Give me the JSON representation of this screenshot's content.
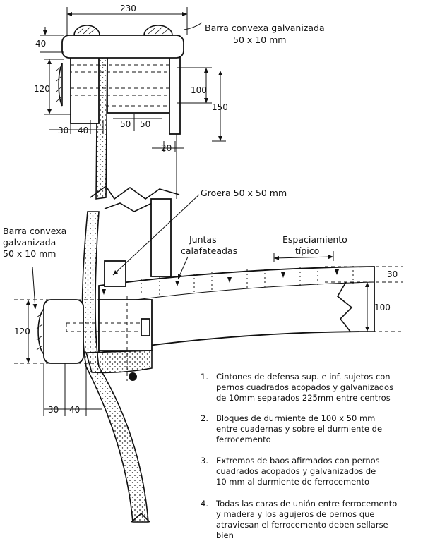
{
  "top_detail": {
    "dim_overall_width": "230",
    "dim_top": "40",
    "dim_side_height": "120",
    "dim_bolt_spacing": "100",
    "dim_right_height": "150",
    "dim_30": "30",
    "dim_40": "40",
    "dim_50_left": "50",
    "dim_50_right": "50",
    "dim_20": "20",
    "label_bar_line1": "Barra convexa galvanizada",
    "label_bar_line2": "50 x 10 mm"
  },
  "bottom_detail": {
    "label_groera": "Groera 50 x 50 mm",
    "label_juntas_line1": "Juntas",
    "label_juntas_line2": "calafateadas",
    "label_espaciamiento_line1": "Espaciamiento",
    "label_espaciamiento_line2": "típico",
    "label_bar_line1": "Barra convexa",
    "label_bar_line2": "galvanizada",
    "label_bar_line3": "50 x 10 mm",
    "dim_30": "30",
    "dim_100": "100",
    "dim_120": "120",
    "dim_30b": "30",
    "dim_40b": "40"
  },
  "notes": [
    {
      "number": "1.",
      "lines": [
        "Cintones de defensa sup. e inf. sujetos con",
        "pernos cuadrados acopados y galvanizados",
        "de 10mm separados 225mm entre centros"
      ]
    },
    {
      "number": "2.",
      "lines": [
        "Bloques de durmiente de 100 x 50 mm",
        "entre cuadernas y sobre el durmiente de",
        "ferrocemento"
      ]
    },
    {
      "number": "3.",
      "lines": [
        "Extremos de baos afirmados con pernos",
        "cuadrados acopados y galvanizados de",
        "10 mm al durmiente de ferrocemento"
      ]
    },
    {
      "number": "4.",
      "lines": [
        "Todas las caras de unión entre ferrocemento",
        "y madera y los agujeros de pernos que",
        "atraviesan el ferrocemento deben sellarse",
        "bien"
      ]
    }
  ]
}
